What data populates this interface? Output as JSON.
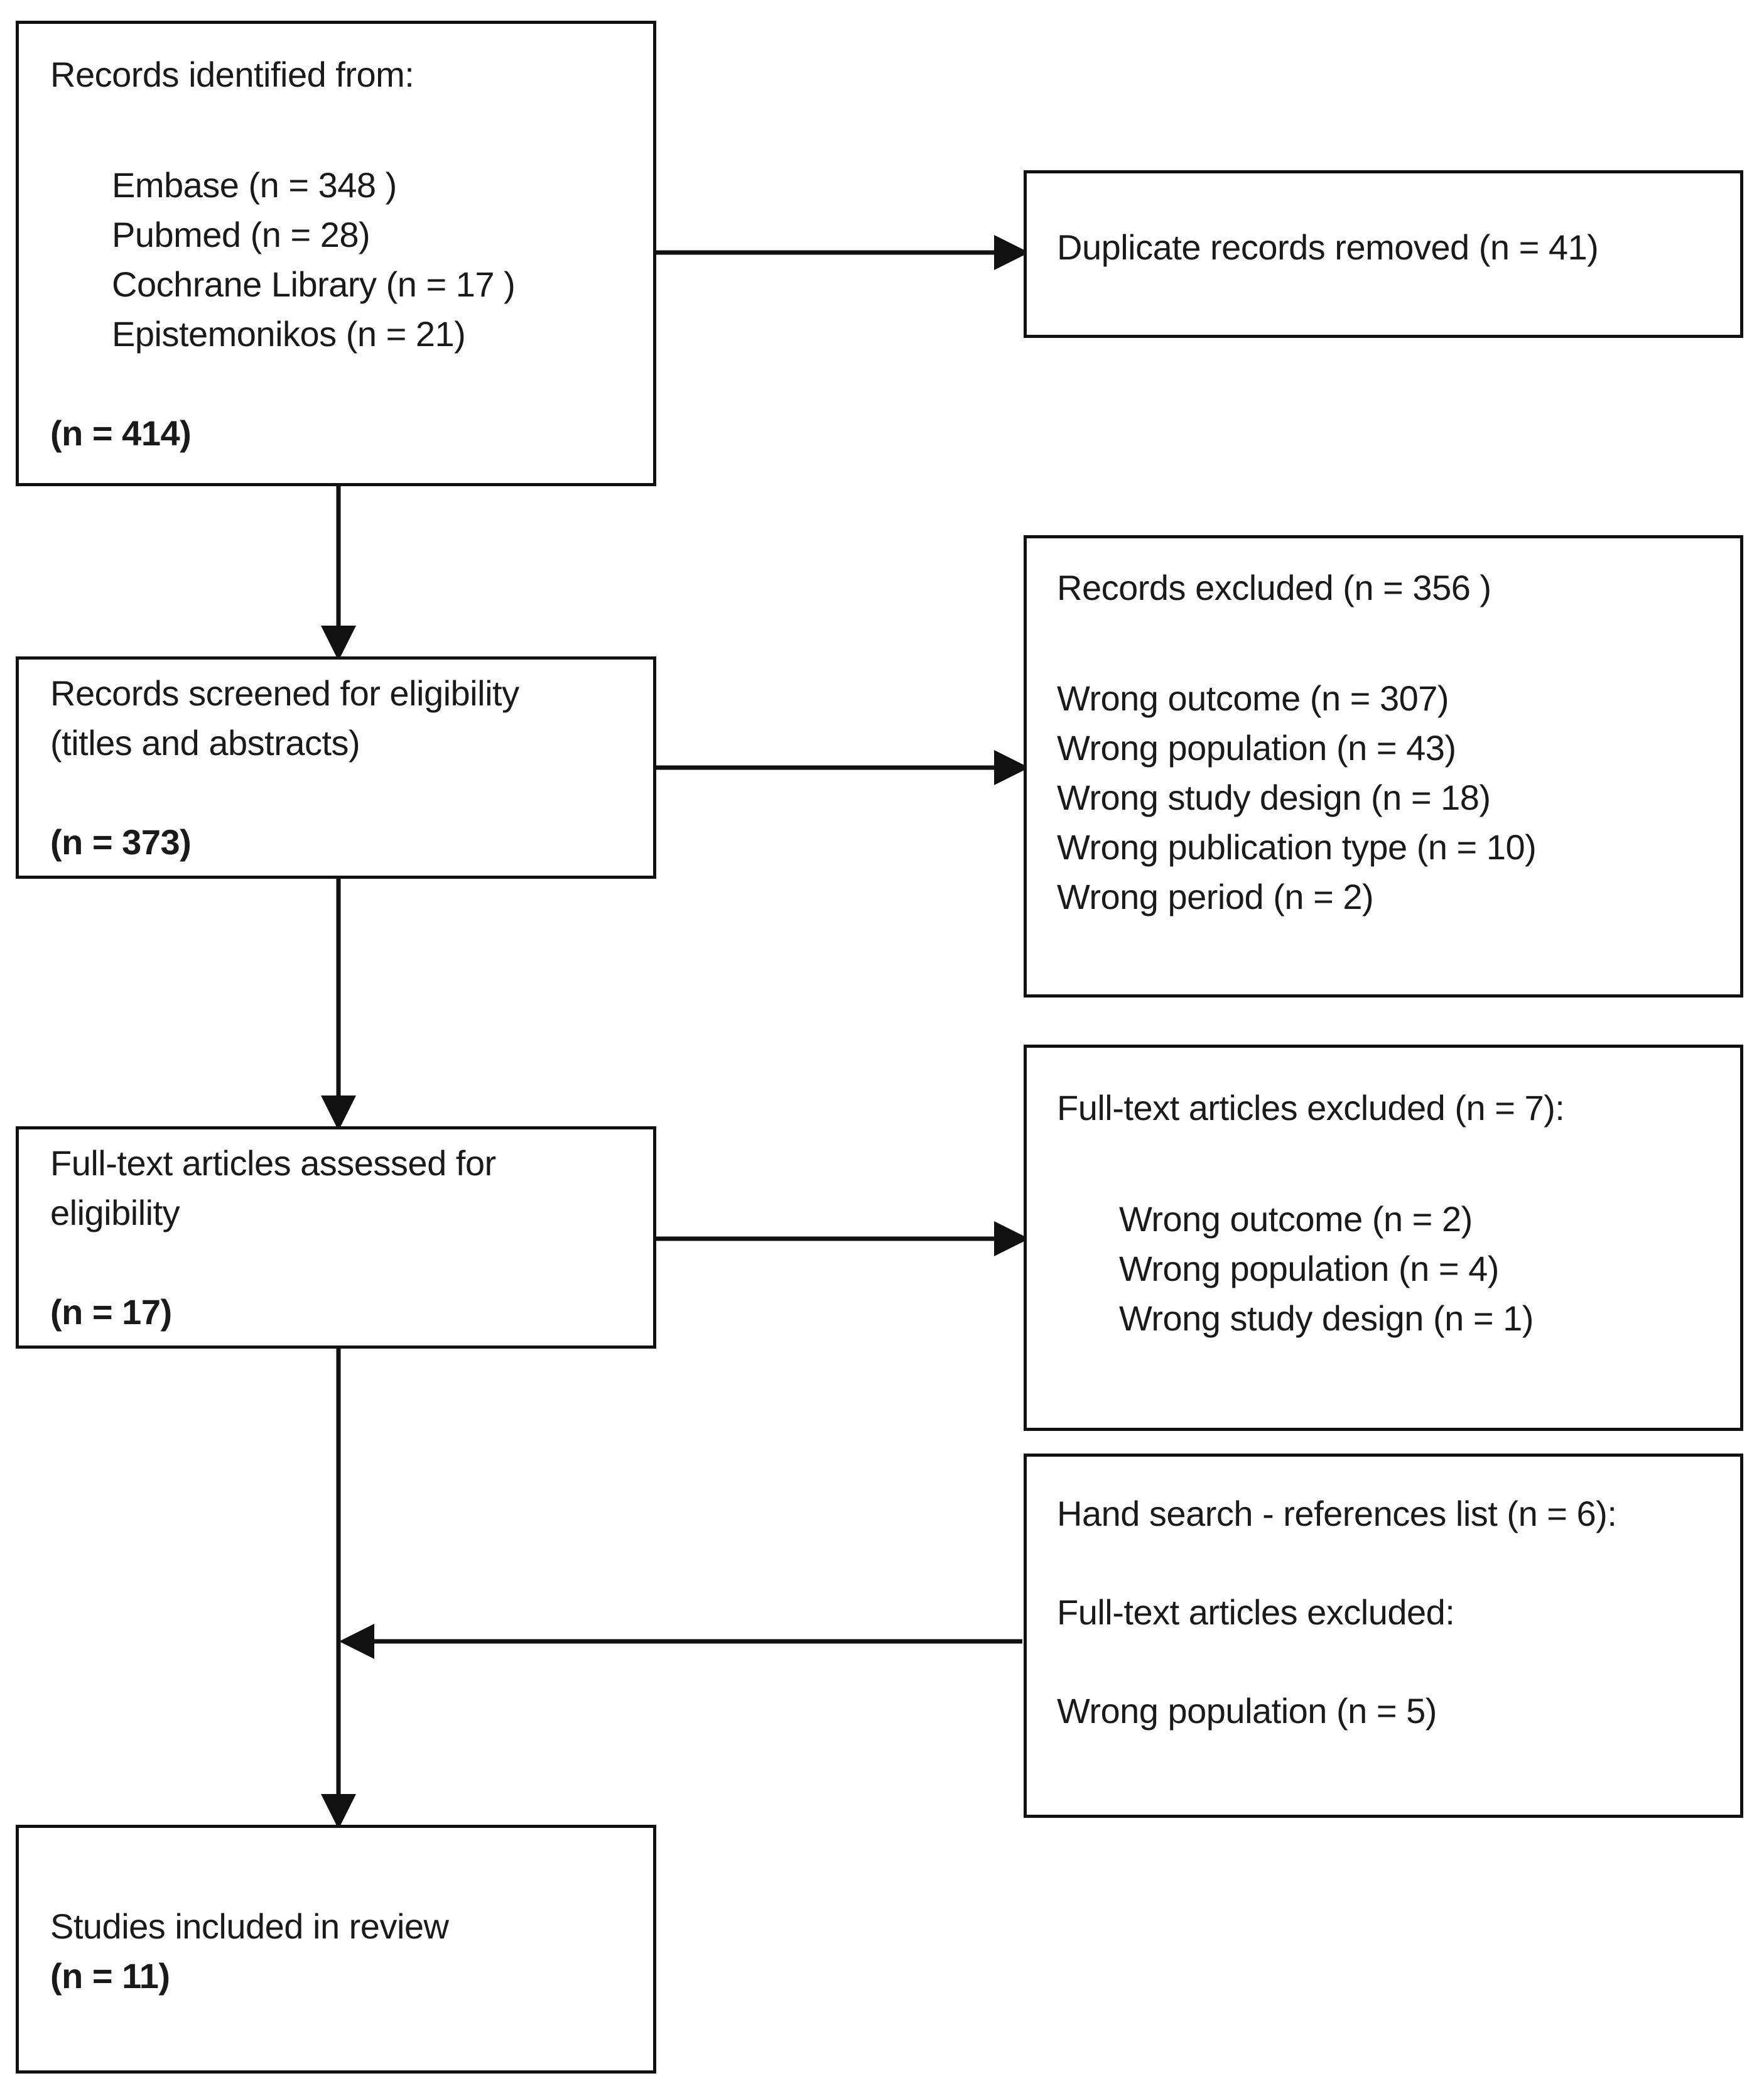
{
  "identification": {
    "heading": "Records identified from:",
    "sources": [
      "Embase (n = 348 )",
      "Pubmed (n = 28)",
      "Cochrane Library  (n = 17 )",
      "Epistemonikos (n = 21)"
    ],
    "total": "(n = 414)"
  },
  "duplicates": {
    "text": "Duplicate records removed  (n = 41)"
  },
  "screening": {
    "line1": "Records screened for eligibility",
    "line2": "(titles and abstracts)",
    "total": "(n = 373)"
  },
  "records_excluded": {
    "heading": "Records excluded (n = 356 )",
    "reasons": [
      "Wrong outcome (n = 307)",
      "Wrong population  (n = 43)",
      "Wrong study design (n = 18)",
      "Wrong publication type  (n = 10)",
      "Wrong period (n = 2)"
    ]
  },
  "fulltext_assessed": {
    "line1": "Full-text articles assessed for",
    "line2": "eligibility",
    "total": "(n = 17)"
  },
  "fulltext_excluded": {
    "heading": "Full-text articles excluded (n = 7):",
    "reasons": [
      "Wrong outcome (n = 2)",
      "Wrong population  (n = 4)",
      "Wrong study design (n = 1)"
    ]
  },
  "hand_search": {
    "heading": "Hand search - references list (n = 6):",
    "subheading": "Full-text articles excluded:",
    "reason": "Wrong population  (n = 5)"
  },
  "included": {
    "text": "Studies included in review",
    "total": "(n = 11)"
  }
}
